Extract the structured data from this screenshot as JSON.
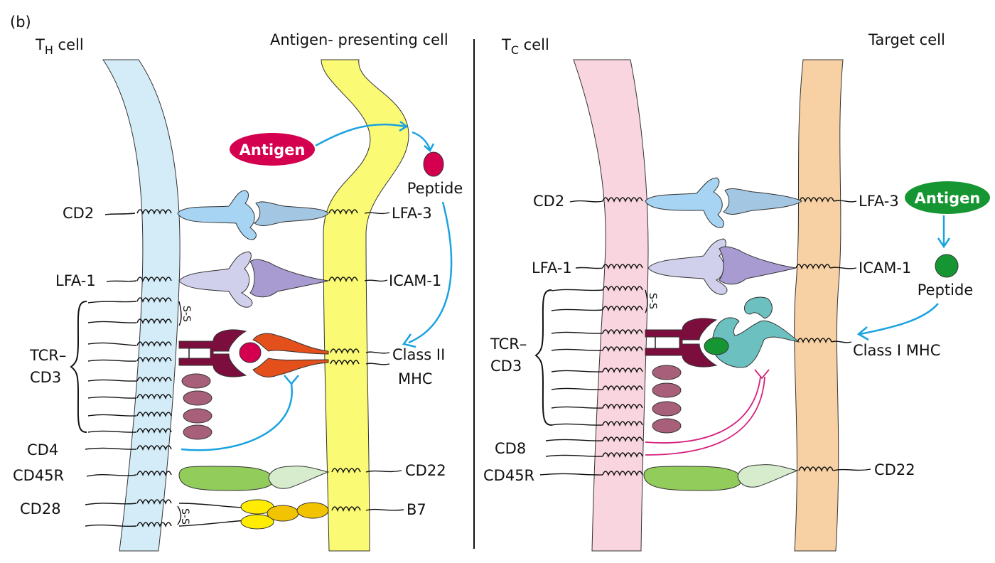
{
  "panel_label": "(b)",
  "left": {
    "cell_a_prefix": "T",
    "cell_a_sub": "H",
    "cell_a_suffix": " cell",
    "cell_b_title": "Antigen- presenting cell",
    "antigen": "Antigen",
    "peptide": "Peptide",
    "left_labels": {
      "cd2": "CD2",
      "lfa1": "LFA-1",
      "tcr1": "TCR–",
      "tcr2": "CD3",
      "cd4": "CD4",
      "cd45r": "CD45R",
      "cd28": "CD28"
    },
    "right_labels": {
      "lfa3": "LFA-3",
      "icam1": "ICAM-1",
      "mhc1": "Class II",
      "mhc2": "MHC",
      "cd22": "CD22",
      "b7": "B7"
    },
    "disulfide": "S-S"
  },
  "right": {
    "cell_a_prefix": "T",
    "cell_a_sub": "C",
    "cell_a_suffix": " cell",
    "cell_b_title": "Target cell",
    "antigen": "Antigen",
    "peptide": "Peptide",
    "left_labels": {
      "cd2": "CD2",
      "lfa1": "LFA-1",
      "tcr1": "TCR–",
      "tcr2": "CD3",
      "cd8": "CD8",
      "cd45r": "CD45R"
    },
    "right_labels": {
      "lfa3": "LFA-3",
      "icam1": "ICAM-1",
      "mhc": "Class I MHC",
      "cd22": "CD22"
    },
    "disulfide": "S-S"
  },
  "colors": {
    "th_membrane": "#d3ecf8",
    "apc_membrane": "#fafa74",
    "tc_membrane": "#f9d5df",
    "target_membrane": "#f7d0a3",
    "antigen_left": "#d4004f",
    "antigen_right": "#169632",
    "peptide_left": "#d4004f",
    "peptide_right": "#169632",
    "arrow_blue": "#1aa3e0",
    "cd2_blue": "#a6d4f2",
    "lfa3_blue": "#a3c6e2",
    "lfa1_lilac": "#d1d0ec",
    "icam_purple": "#a79bd2",
    "tcr_maroon": "#7c0e3e",
    "mhc2_orange": "#e3501c",
    "mhc1_teal": "#6cc0c0",
    "cd3_mauve": "#a8607a",
    "cd45_green": "#92cc5b",
    "cd22_pale": "#d6eccc",
    "b7_gold": "#f2c300",
    "cd28_yellow": "#ffec00",
    "cd8_magenta": "#d5207c"
  }
}
